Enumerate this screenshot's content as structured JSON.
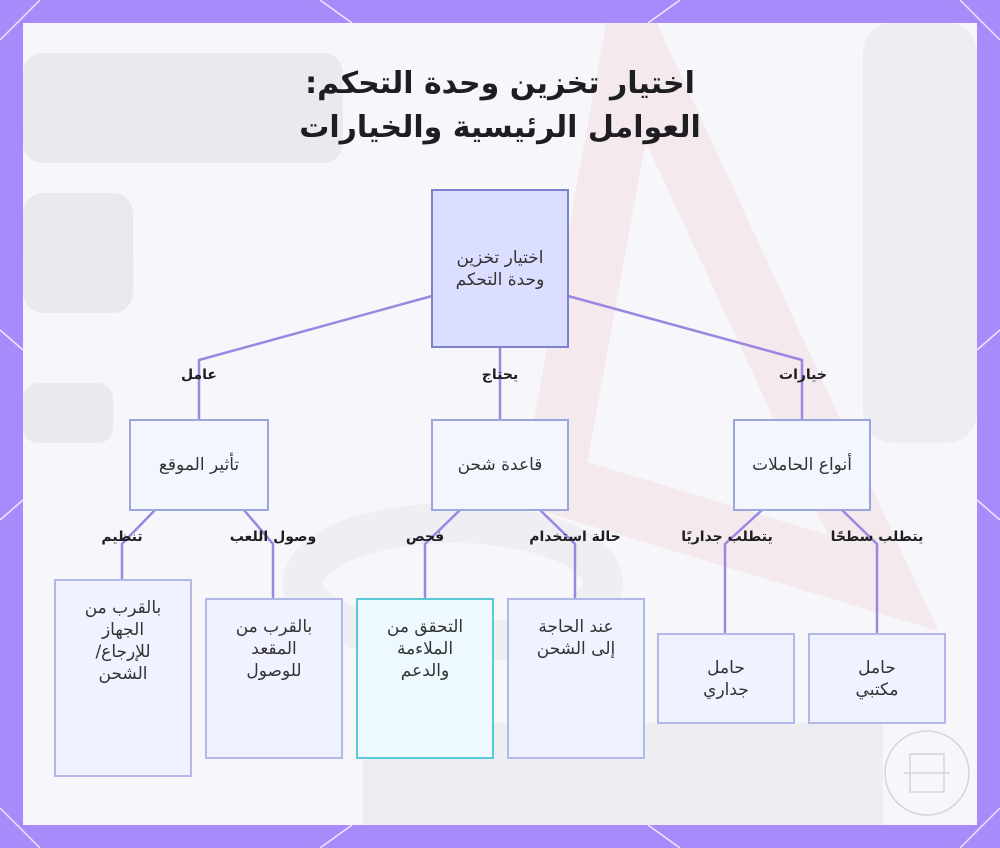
{
  "title": {
    "line1": "اختيار تخزين وحدة التحكم:",
    "line2": "العوامل الرئيسية والخيارات"
  },
  "nodes": {
    "root": "اختيار تخزين وحدة التحكم",
    "impact": "تأثير الموقع",
    "base": "قاعدة شحن",
    "types": "أنواع الحاملات",
    "near_device": "بالقرب من الجهاز للإرجاع/الشحن",
    "near_seat": "بالقرب من المقعد للوصول",
    "check": "التحقق من الملاءمة والدعم",
    "when_needed": "عند الحاجة إلى الشحن",
    "wall": "حامل جداري",
    "desk": "حامل مكتبي"
  },
  "edges": {
    "factor": "عامل",
    "needs": "يحتاج",
    "options": "خيارات",
    "organize": "تنظيم",
    "play_access": "وصول اللعب",
    "inspect": "فحص",
    "usage_case": "حالة استخدام",
    "needs_wall": "يتطلب جداريًا",
    "needs_surface": "يتطلب سطحًا"
  },
  "colors": {
    "frame": "#a78bfa",
    "connector": "#9b86e2",
    "node_border": "#9aa6dc",
    "highlight_border": "#59c9d9"
  }
}
